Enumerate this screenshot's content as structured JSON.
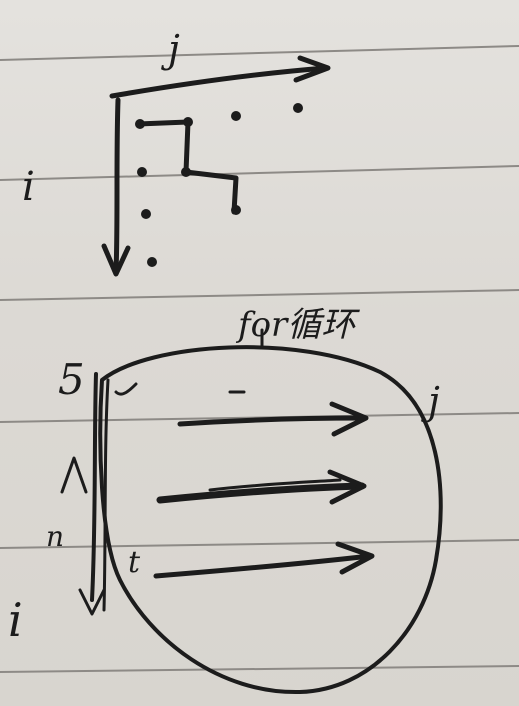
{
  "sketch_top": {
    "label_j": "j",
    "label_i": "i"
  },
  "sketch_bottom": {
    "annotation": "for循环",
    "label_j": "j",
    "label_i": "i",
    "label_5": "5",
    "label_n": "n",
    "label_t": "t"
  }
}
